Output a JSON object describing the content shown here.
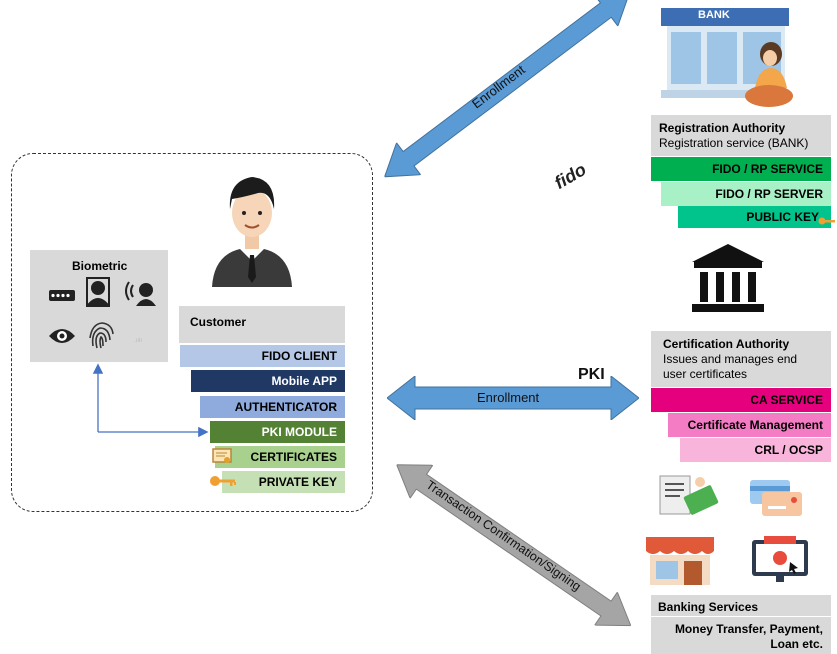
{
  "customer_panel": {
    "biometric_title": "Biometric",
    "customer_title": "Customer",
    "stack": [
      "FIDO CLIENT",
      "Mobile APP",
      "AUTHENTICATOR",
      "PKI MODULE",
      "CERTIFICATES",
      "PRIVATE KEY"
    ]
  },
  "registration": {
    "bank_sign": "BANK",
    "title": "Registration Authority",
    "subtitle": "Registration service (BANK)",
    "stack": [
      "FIDO  / RP SERVICE",
      "FIDO / RP  SERVER",
      "PUBLIC KEY"
    ]
  },
  "certification": {
    "title": "Certification Authority",
    "subtitle_line1": "Issues and manages end",
    "subtitle_line2": "user certificates",
    "stack": [
      "CA SERVICE",
      "Certificate Management",
      "CRL / OCSP"
    ]
  },
  "banking": {
    "title": "Banking Services",
    "line1": "Money Transfer, Payment,",
    "line2": "Loan etc."
  },
  "arrows": {
    "fido_logo": "fido",
    "enrollment_fido": "Enrollment",
    "pki_label": "PKI",
    "enrollment_pki": "Enrollment",
    "transaction": "Transaction Confirmation/Signing"
  },
  "colors": {
    "arrow_blue": "#5b9bd5",
    "arrow_gray": "#a5a5a5",
    "fido_green": "#00b050",
    "ca_magenta": "#e5007e"
  }
}
